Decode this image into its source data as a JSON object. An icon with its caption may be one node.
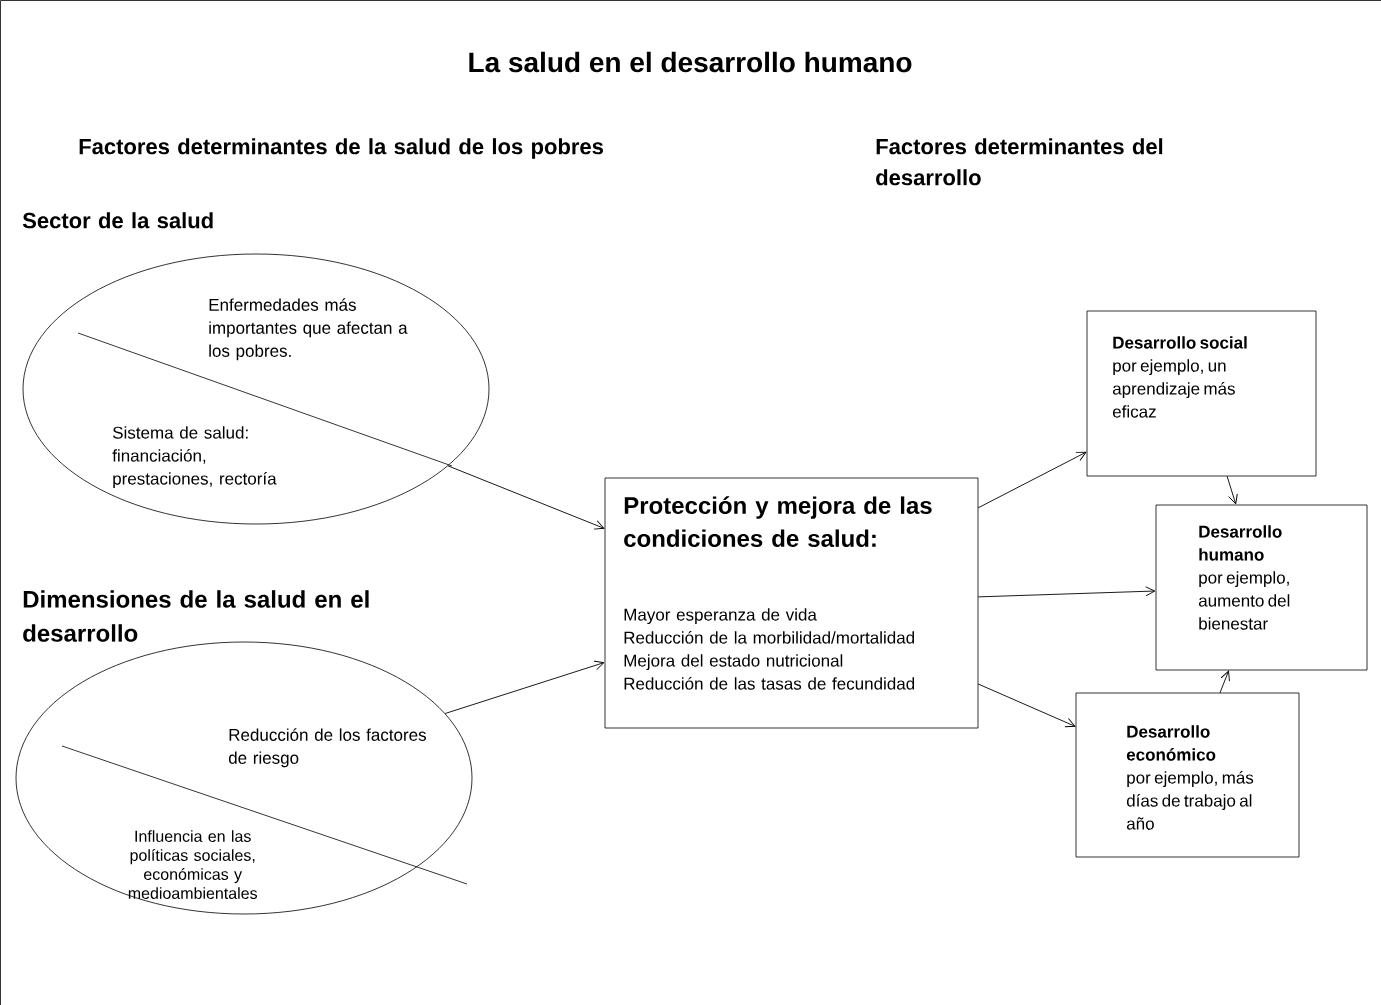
{
  "diagram": {
    "title": "La salud en el desarrollo humano",
    "nodes": [
      {
        "text": [
          "Enfermedades más importantes que afectan a los pobres.",
          "Sistema de salud: financiación, prestaciones, rectoría"
        ]
      },
      {
        "text": [
          "Reducción de los factores de riesgo",
          "Influencia en las políticas sociales, económicas y medioambientales"
        ]
      },
      {
        "text": [
          "Protección y mejora de las condiciones de salud:",
          "Mayor esperanza de vida",
          "Reducción de la morbilidad/mortalidad",
          "Mejora del estado nutricional",
          "Reducción de las tasas de fecundidad"
        ]
      },
      {
        "text": [
          "Desarrollo social",
          "por ejemplo, un aprendizaje más eficaz"
        ]
      },
      {
        "text": [
          "Desarrollo humano",
          "por ejemplo, aumento del bienestar"
        ]
      },
      {
        "text": [
          "Desarrollo económico",
          "por ejemplo, más días de trabajo al año"
        ]
      }
    ],
    "edges": [
      {
        "from": 0,
        "to": 2,
        "arrow": "to"
      },
      {
        "from": 1,
        "to": 2,
        "arrow": "to"
      },
      {
        "from": 2,
        "to": 3,
        "arrow": "to"
      },
      {
        "from": 2,
        "to": 4,
        "arrow": "to"
      },
      {
        "from": 2,
        "to": 5,
        "arrow": "to"
      },
      {
        "from": 3,
        "to": 4,
        "arrow": "to"
      },
      {
        "from": 5,
        "to": 4,
        "arrow": "to"
      }
    ],
    "labels": [
      "Factores determinantes de la salud de los pobres",
      "Factores determinantes del desarrollo",
      "Sector de la salud",
      "Dimensiones de la salud en el desarrollo"
    ]
  }
}
